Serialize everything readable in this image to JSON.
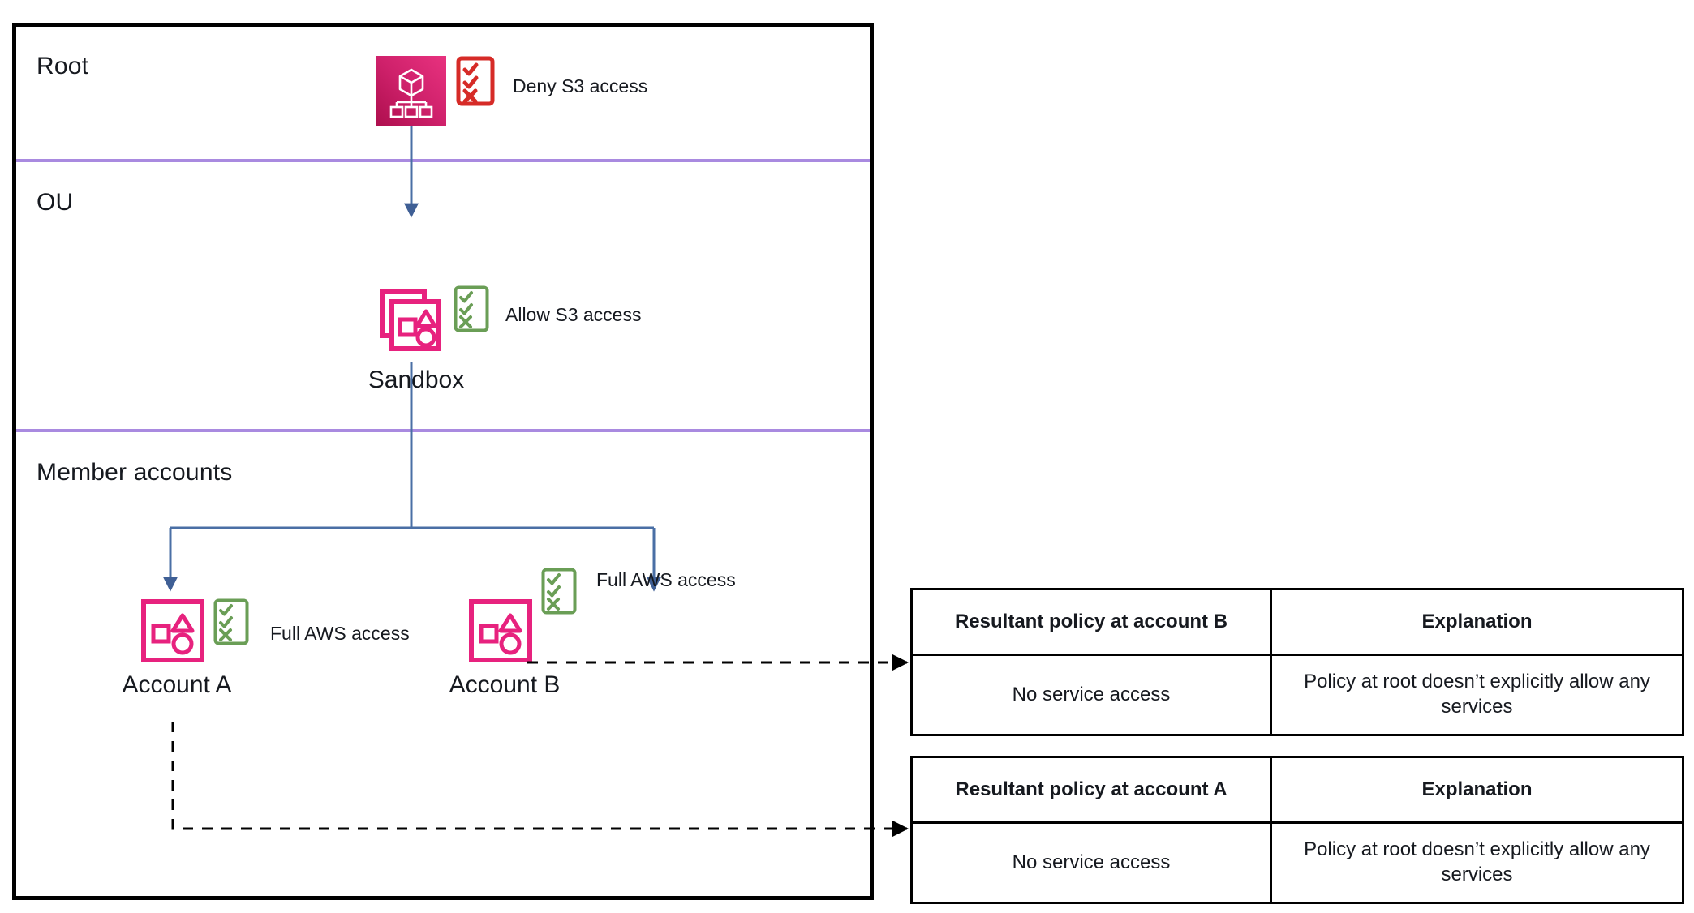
{
  "diagram": {
    "zones": [
      {
        "id": "root",
        "label": "Root"
      },
      {
        "id": "ou",
        "label": "OU"
      },
      {
        "id": "member",
        "label": "Member accounts"
      }
    ],
    "nodes": {
      "root": {
        "icon": "aws-organizations-icon",
        "policy_icon": "policy-checklist-deny-icon",
        "policy_label": "Deny S3 access"
      },
      "sandbox": {
        "icon": "organizational-unit-icon",
        "caption": "Sandbox",
        "policy_icon": "policy-checklist-allow-icon",
        "policy_label": "Allow S3 access"
      },
      "account_a": {
        "icon": "aws-account-icon",
        "caption": "Account A",
        "policy_icon": "policy-checklist-allow-icon",
        "policy_label": "Full AWS access"
      },
      "account_b": {
        "icon": "aws-account-icon",
        "caption": "Account B",
        "policy_icon": "policy-checklist-allow-icon",
        "policy_label": "Full AWS access"
      }
    },
    "colors": {
      "container_border": "#000000",
      "zone_divider": "#a98ae0",
      "connector": "#4a6fa5",
      "aws_pink": "#e7227e",
      "org_gradient_from": "#e8327f",
      "org_gradient_to": "#b0104f",
      "policy_deny": "#d62b27",
      "policy_allow": "#6a9e56",
      "dashed_flow": "#000000"
    }
  },
  "tables": [
    {
      "id": "account-b",
      "headers": [
        "Resultant policy at account B",
        "Explanation"
      ],
      "row": [
        "No service access",
        "Policy at root doesn’t explicitly allow any services"
      ]
    },
    {
      "id": "account-a",
      "headers": [
        "Resultant policy at account A",
        "Explanation"
      ],
      "row": [
        "No service access",
        "Policy at root doesn’t explicitly allow any services"
      ]
    }
  ]
}
